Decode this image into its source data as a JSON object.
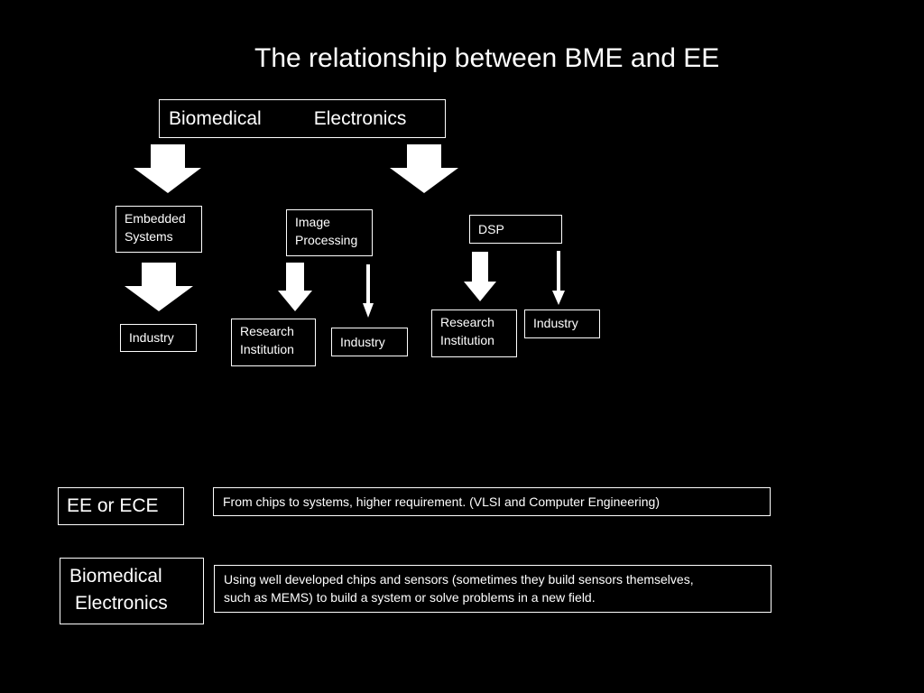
{
  "title": "The relationship between BME and EE",
  "top_box": {
    "left_word": "Biomedical",
    "right_word": "Electronics"
  },
  "branches": {
    "embedded": {
      "line1": "Embedded",
      "line2": "Systems",
      "industry": "Industry"
    },
    "image_processing": {
      "line1": "Image",
      "line2": "Processing",
      "research_line1": "Research",
      "research_line2": "Institution",
      "industry": "Industry"
    },
    "dsp": {
      "label": "DSP",
      "research_line1": "Research",
      "research_line2": "Institution",
      "industry": "Industry"
    }
  },
  "comparison": {
    "ee": {
      "label": "EE or ECE",
      "description": "From chips to systems, higher requirement. (VLSI and Computer Engineering)"
    },
    "bme": {
      "label_line1": "Biomedical",
      "label_line2": "Electronics",
      "description_line1": "Using well developed chips and sensors (sometimes they build sensors themselves,",
      "description_line2": "such as MEMS) to build a system or solve problems in a new field."
    }
  },
  "colors": {
    "background": "#000000",
    "foreground": "#ffffff"
  },
  "icons": {
    "large_arrow": "block-arrow-down",
    "thin_arrow": "thin-arrow-down"
  }
}
